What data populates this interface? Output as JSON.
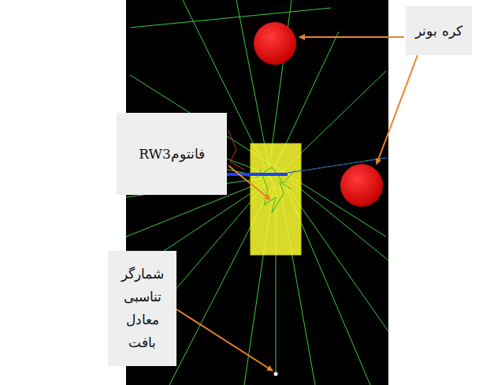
{
  "diagram": {
    "nodes": [
      {
        "text": [
          "کره بونر"
        ]
      },
      {
        "text": [
          "فانتومRW3"
        ]
      },
      {
        "text": [
          "شمارگر تناسبی معادل بافت"
        ]
      }
    ]
  }
}
